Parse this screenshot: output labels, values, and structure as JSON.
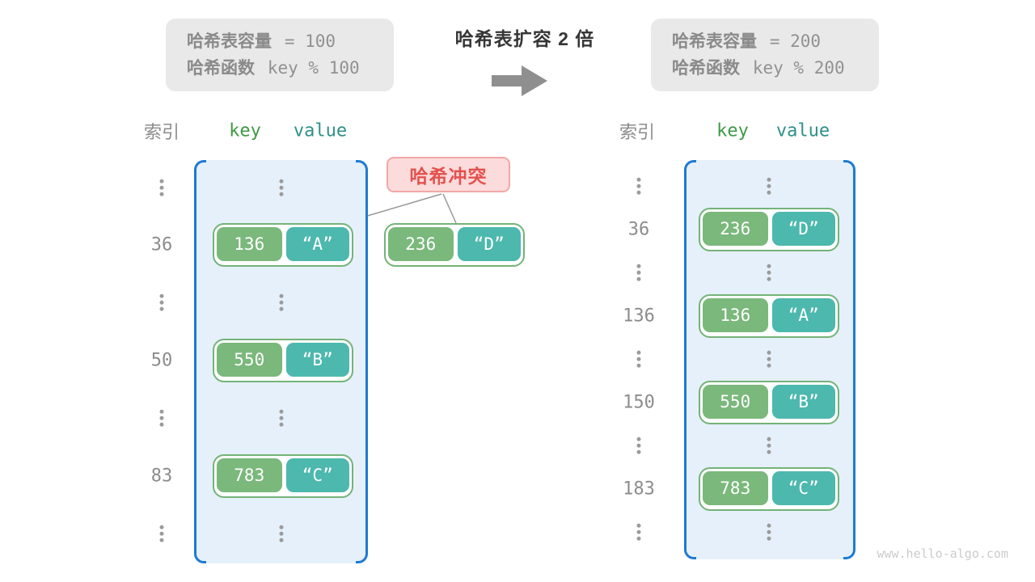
{
  "info_left": {
    "line1_label": "哈希表容量",
    "line1_value": "=  100",
    "line2_label": "哈希函数",
    "line2_value": "key % 100"
  },
  "info_right": {
    "line1_label": "哈希表容量",
    "line1_value": "=  200",
    "line2_label": "哈希函数",
    "line2_value": "key % 200"
  },
  "title": "哈希表扩容 2 倍",
  "left_table": {
    "headers": {
      "index": "索引",
      "key": "key",
      "value": "value"
    },
    "rows": [
      {
        "index": "36",
        "key": "136",
        "value": "“A”"
      },
      {
        "index": "50",
        "key": "550",
        "value": "“B”"
      },
      {
        "index": "83",
        "key": "783",
        "value": "“C”"
      }
    ]
  },
  "right_table": {
    "headers": {
      "index": "索引",
      "key": "key",
      "value": "value"
    },
    "rows": [
      {
        "index": "36",
        "key": "236",
        "value": "“D”"
      },
      {
        "index": "136",
        "key": "136",
        "value": "“A”"
      },
      {
        "index": "150",
        "key": "550",
        "value": "“B”"
      },
      {
        "index": "183",
        "key": "783",
        "value": "“C”"
      }
    ]
  },
  "conflict": {
    "label": "哈希冲突",
    "pair": {
      "key": "236",
      "value": "“D”"
    }
  },
  "watermark": "www.hello-algo.com",
  "icons": {
    "arrow_right": "➡",
    "vertical_ellipsis": "⋮"
  },
  "colors": {
    "key_green": "#7ab87b",
    "value_teal": "#4db8ad",
    "pair_border_green": "#74b378",
    "container_fill": "#e5f0fa",
    "container_border_blue": "#1e7ad2",
    "info_box_gray": "#e9e9e9",
    "info_text_gray": "#8d8d8d",
    "conflict_red": "#e2524e",
    "conflict_fill": "#fbdbdb",
    "conflict_border": "#f2a7a7",
    "arrow_gray": "#8f8f8f",
    "header_key_green": "#3f9a44",
    "header_value_teal": "#2e9088",
    "index_gray": "#8c8c8c",
    "watermark_gray": "#cbcbcb"
  }
}
